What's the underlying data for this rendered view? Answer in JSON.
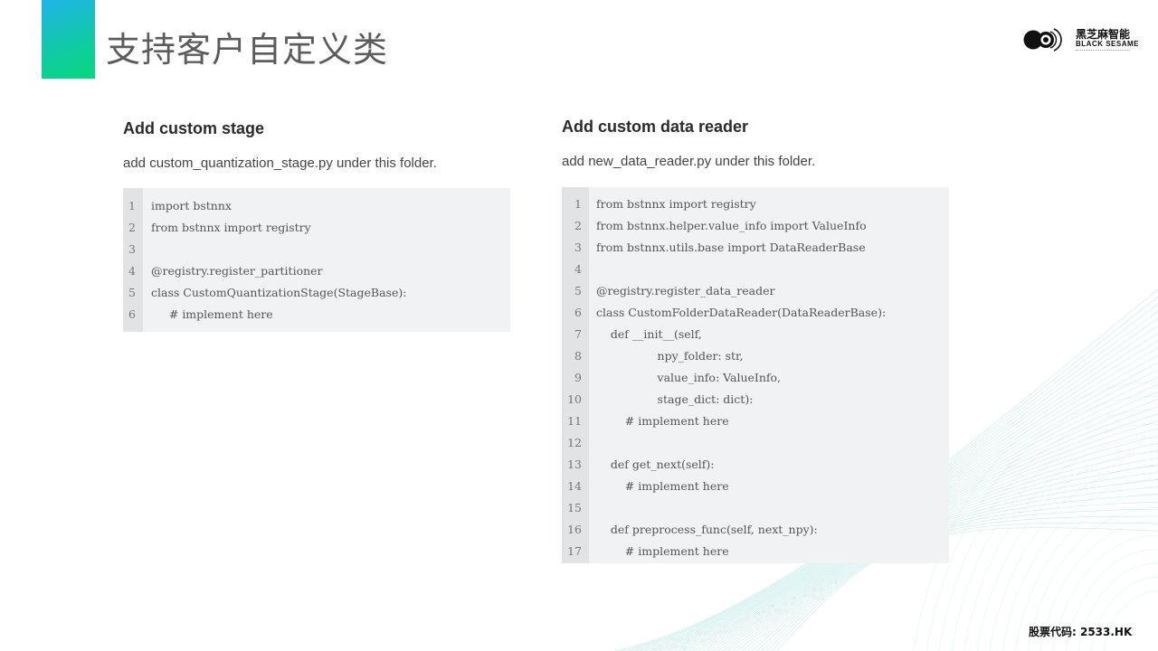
{
  "header": {
    "title": "支持客户自定义类",
    "logo_cn": "黑芝麻智能",
    "logo_en": "BLACK SESAME"
  },
  "left": {
    "heading": "Add custom stage",
    "description": "add custom_quantization_stage.py under this folder.",
    "code": [
      {
        "n": "1",
        "t": "import bstnnx"
      },
      {
        "n": "2",
        "t": "from bstnnx import registry"
      },
      {
        "n": "3",
        "t": ""
      },
      {
        "n": "4",
        "t": "@registry.register_partitioner"
      },
      {
        "n": "5",
        "t": "class CustomQuantizationStage(StageBase):"
      },
      {
        "n": "6",
        "t": "     # implement here"
      }
    ]
  },
  "right": {
    "heading": "Add custom data reader",
    "description": "add new_data_reader.py under this folder.",
    "code": [
      {
        "n": "1",
        "t": "from bstnnx import registry"
      },
      {
        "n": "2",
        "t": "from bstnnx.helper.value_info import ValueInfo"
      },
      {
        "n": "3",
        "t": "from bstnnx.utils.base import DataReaderBase"
      },
      {
        "n": "4",
        "t": ""
      },
      {
        "n": "5",
        "t": "@registry.register_data_reader"
      },
      {
        "n": "6",
        "t": "class CustomFolderDataReader(DataReaderBase):"
      },
      {
        "n": "7",
        "t": "    def __init__(self,"
      },
      {
        "n": "8",
        "t": "                 npy_folder: str,"
      },
      {
        "n": "9",
        "t": "                 value_info: ValueInfo,"
      },
      {
        "n": "10",
        "t": "                 stage_dict: dict):"
      },
      {
        "n": "11",
        "t": "        # implement here"
      },
      {
        "n": "12",
        "t": ""
      },
      {
        "n": "13",
        "t": "    def get_next(self):"
      },
      {
        "n": "14",
        "t": "        # implement here"
      },
      {
        "n": "15",
        "t": ""
      },
      {
        "n": "16",
        "t": "    def preprocess_func(self, next_npy):"
      },
      {
        "n": "17",
        "t": "        # implement here"
      }
    ]
  },
  "footer": {
    "stock_code": "股票代码: 2533.HK"
  },
  "colors": {
    "accent_start": "#1fb4e8",
    "accent_end": "#06d97b",
    "code_bg": "#f1f2f3",
    "gutter_bg": "#e2e3e5",
    "decor_line": "#58c8c0"
  }
}
